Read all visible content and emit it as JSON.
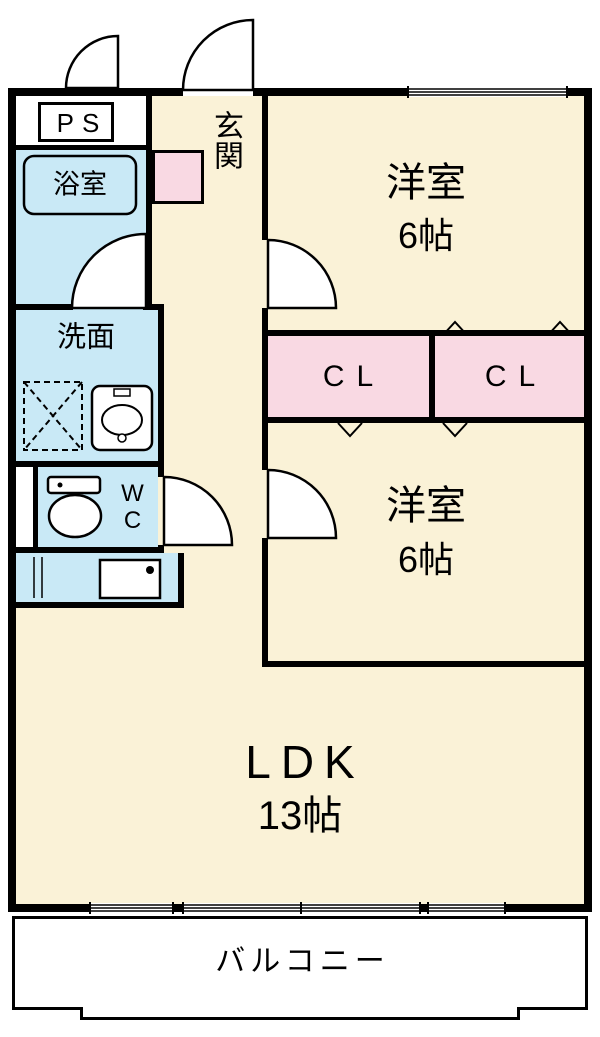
{
  "colors": {
    "room_cream": "#FAF2D7",
    "wet_blue": "#C9E9F6",
    "closet_pink": "#F9D9E3",
    "wall_black": "#000000"
  },
  "rooms": {
    "ps": {
      "label": "PS"
    },
    "bath": {
      "label": "浴室"
    },
    "entrance": {
      "label": "玄関"
    },
    "bedroom1": {
      "label": "洋室",
      "size": "6帖"
    },
    "bedroom2": {
      "label": "洋室",
      "size": "6帖"
    },
    "closet1": {
      "label": "CL"
    },
    "closet2": {
      "label": "CL"
    },
    "washroom": {
      "label": "洗面"
    },
    "toilet": {
      "label": "WC"
    },
    "ldk": {
      "label": "LDK",
      "size": "13帖"
    },
    "balcony": {
      "label": "バルコニー"
    }
  }
}
